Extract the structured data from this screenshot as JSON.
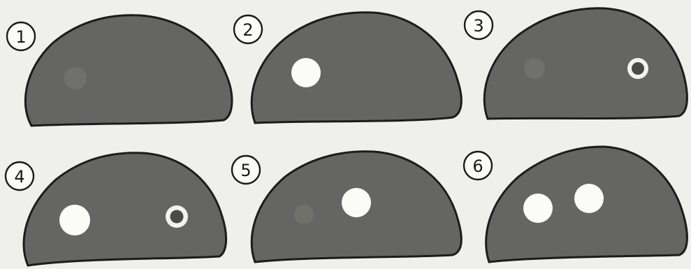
{
  "colors": {
    "background": "#efefec",
    "shape_fill": "#656563",
    "outline": "#1c1c1c",
    "hole": "#fbfbf8"
  },
  "panels": [
    {
      "number": "1",
      "features": []
    },
    {
      "number": "2",
      "features": [
        "hole"
      ]
    },
    {
      "number": "3",
      "features": [
        "ring"
      ]
    },
    {
      "number": "4",
      "features": [
        "hole",
        "ring"
      ]
    },
    {
      "number": "5",
      "features": [
        "hole"
      ]
    },
    {
      "number": "6",
      "features": [
        "hole",
        "hole"
      ]
    }
  ]
}
